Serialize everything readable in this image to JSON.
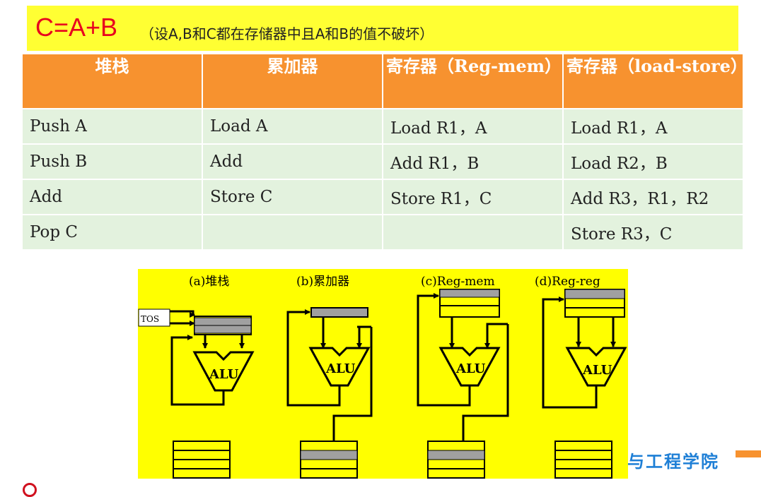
{
  "title": {
    "main": "C=A+B",
    "sub": "（设A,B和C都在存储器中且A和B的值不破坏）"
  },
  "table": {
    "headers": [
      "堆栈",
      "累加器",
      "寄存器（Reg-mem）",
      "寄存器（load-store）"
    ],
    "rows": [
      [
        "Push  A",
        "Load  A",
        "Load  R1，A",
        "Load  R1，A"
      ],
      [
        "Push  B",
        "Add",
        "Add  R1，B",
        "Load  R2，B"
      ],
      [
        "Add",
        "Store  C",
        "Store  R1，C",
        "Add  R3，R1，R2"
      ],
      [
        "Pop  C",
        "",
        "",
        "Store  R3，C"
      ]
    ]
  },
  "diagram": {
    "labels": [
      "(a)堆栈",
      "(b)累加器",
      "(c)Reg-mem",
      "(d)Reg-reg"
    ],
    "alu_label": "ALU",
    "tos_label": "TOS"
  },
  "footer": {
    "school": "与工程学院"
  },
  "colors": {
    "title_bg": "#ffff33",
    "title_red": "#e8001e",
    "header_orange": "#f7922f",
    "cell_green": "#e3f2de",
    "diagram_yellow": "#ffff00",
    "reg_gray": "#a0a0a0"
  }
}
